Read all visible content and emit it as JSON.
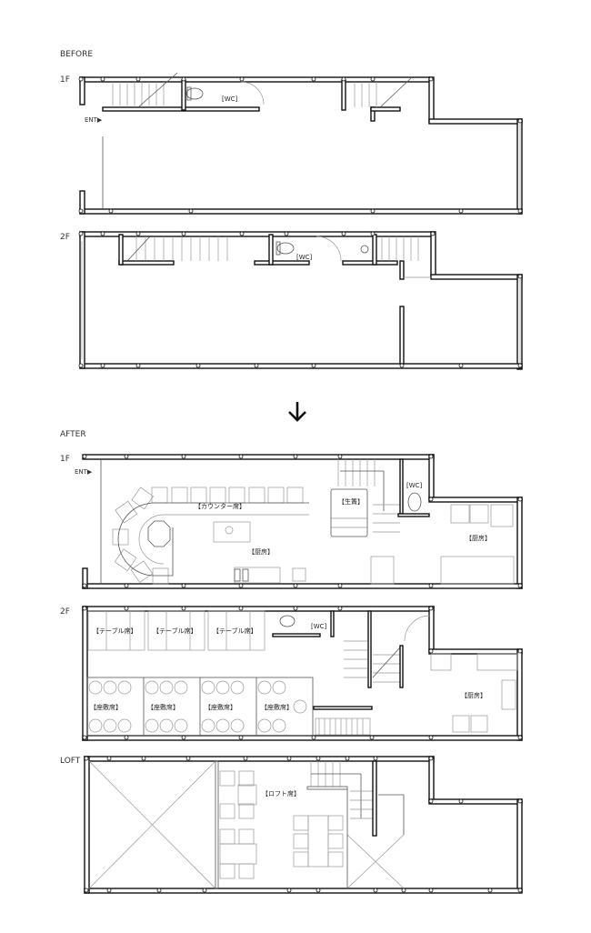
{
  "sections": {
    "before": "BEFORE",
    "after": "AFTER"
  },
  "floors": {
    "before_1f": "1F",
    "before_2f": "2F",
    "after_1f": "1F",
    "after_2f": "2F",
    "after_loft": "LOFT"
  },
  "markers": {
    "entrance_before": "ENT▶",
    "entrance_after": "ENT▶",
    "transition_arrow": "down-arrow-icon"
  },
  "rooms": {
    "before_1f_wc": "[WC]",
    "before_2f_wc": "[WC]",
    "after_1f_counter": "【カウンター席】",
    "after_1f_kitchen_left": "【厨房】",
    "after_1f_fish_tank": "【生簀】",
    "after_1f_wc": "[WC]",
    "after_1f_kitchen_right": "【厨房】",
    "after_2f_table_1": "【テーブル席】",
    "after_2f_table_2": "【テーブル席】",
    "after_2f_table_3": "【テーブル席】",
    "after_2f_wc": "[WC]",
    "after_2f_zashiki_1": "【座敷席】",
    "after_2f_zashiki_2": "【座敷席】",
    "after_2f_zashiki_3": "【座敷席】",
    "after_2f_zashiki_4": "【座敷席】",
    "after_2f_kitchen": "【厨房】",
    "loft_seating": "【ロフト席】"
  }
}
